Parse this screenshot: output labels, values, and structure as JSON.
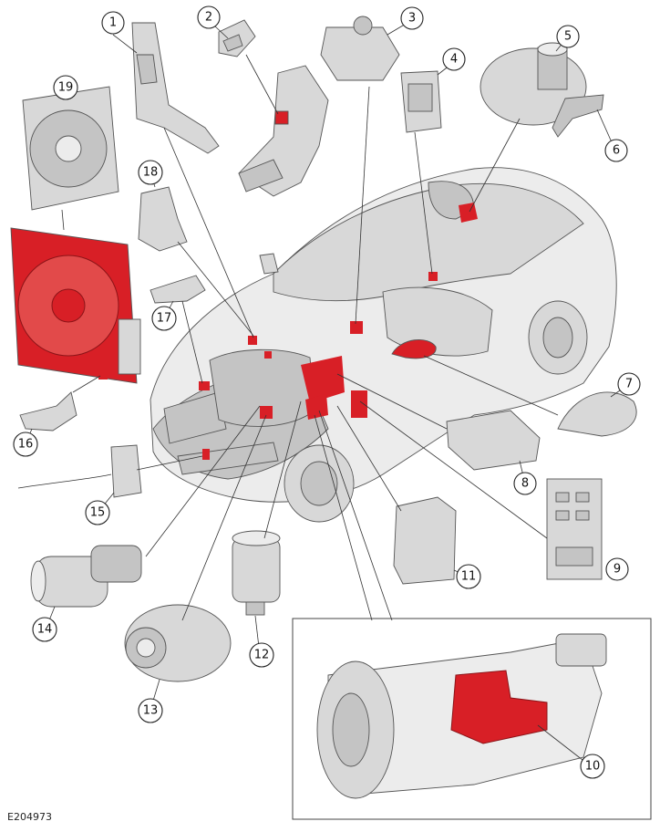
{
  "figure": {
    "code": "E204973"
  },
  "callouts": [
    "1",
    "2",
    "3",
    "4",
    "5",
    "6",
    "7",
    "8",
    "9",
    "10",
    "11",
    "12",
    "13",
    "14",
    "15",
    "16",
    "17",
    "18",
    "19"
  ],
  "colors": {
    "highlight": "#d81f26",
    "component": "#d8d8d8",
    "outline": "#555555",
    "frame": "#444444"
  }
}
